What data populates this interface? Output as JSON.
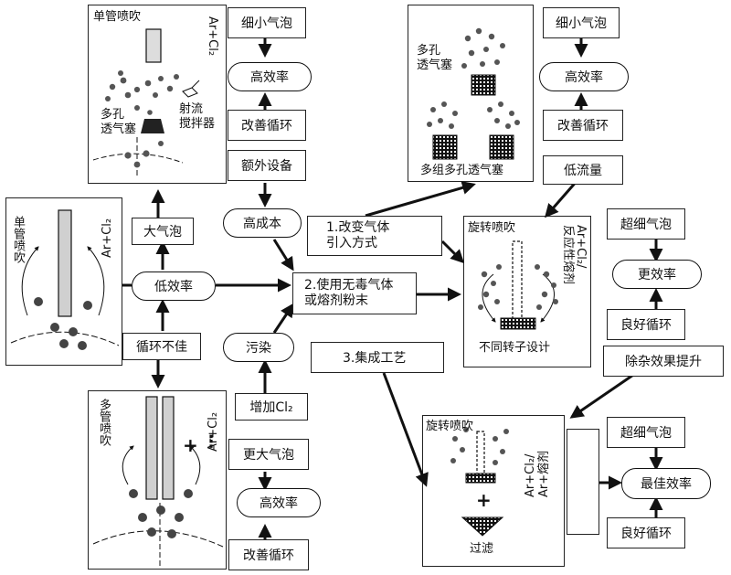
{
  "top_left_panel": {
    "title": "单管喷吹",
    "gas": "Ar+Cl₂",
    "porous_plug": "多孔\n透气塞",
    "jet_stirrer": "射流\n搅拌器"
  },
  "left_panel": {
    "title": "单管喷吹",
    "gas": "Ar+Cl₂"
  },
  "bottom_left_panel": {
    "title": "多管喷吹",
    "gas": "Ar+Cl₂",
    "plus": "+",
    "dots": "⋮"
  },
  "top_mid_panel": {
    "porous_plug": "多孔\n透气塞",
    "caption": "多组多孔透气塞"
  },
  "rotary_panel": {
    "title": "旋转喷吹",
    "gas": "Ar+Cl₂/\n反应性熔剂",
    "caption": "不同转子设计"
  },
  "rotary_filter_panel": {
    "title": "旋转喷吹",
    "gas": "Ar+Cl₂/\nAr+熔剂",
    "plus": "+",
    "caption": "过滤"
  },
  "labels": {
    "fine_bubble_1": "细小气泡",
    "high_eff_1": "高效率",
    "better_circ_1": "改善循环",
    "extra_equipment": "额外设备",
    "high_cost": "高成本",
    "big_bubble": "大气泡",
    "low_eff": "低效率",
    "poor_circ": "循环不佳",
    "pollution": "污染",
    "add_cl2": "增加Cl₂",
    "bigger_bubble": "更大气泡",
    "high_eff_2": "高效率",
    "better_circ_2": "改善循环",
    "fine_bubble_2": "细小气泡",
    "high_eff_3": "高效率",
    "better_circ_3": "改善循环",
    "low_flow": "低流量",
    "change_gas": "1.改变气体\n引入方式",
    "nontoxic": "2.使用无毒气体\n或熔剂粉末",
    "integrated": "3.集成工艺",
    "ultrafine_1": "超细气泡",
    "higher_eff": "更效率",
    "good_circ_1": "良好循环",
    "impurity": "除杂效果提升",
    "ultrafine_2": "超细气泡",
    "best_eff": "最佳效率",
    "good_circ_2": "良好循环"
  },
  "colors": {
    "line": "#111111",
    "bubble": "#444444",
    "rod": "#cfcfcf"
  }
}
